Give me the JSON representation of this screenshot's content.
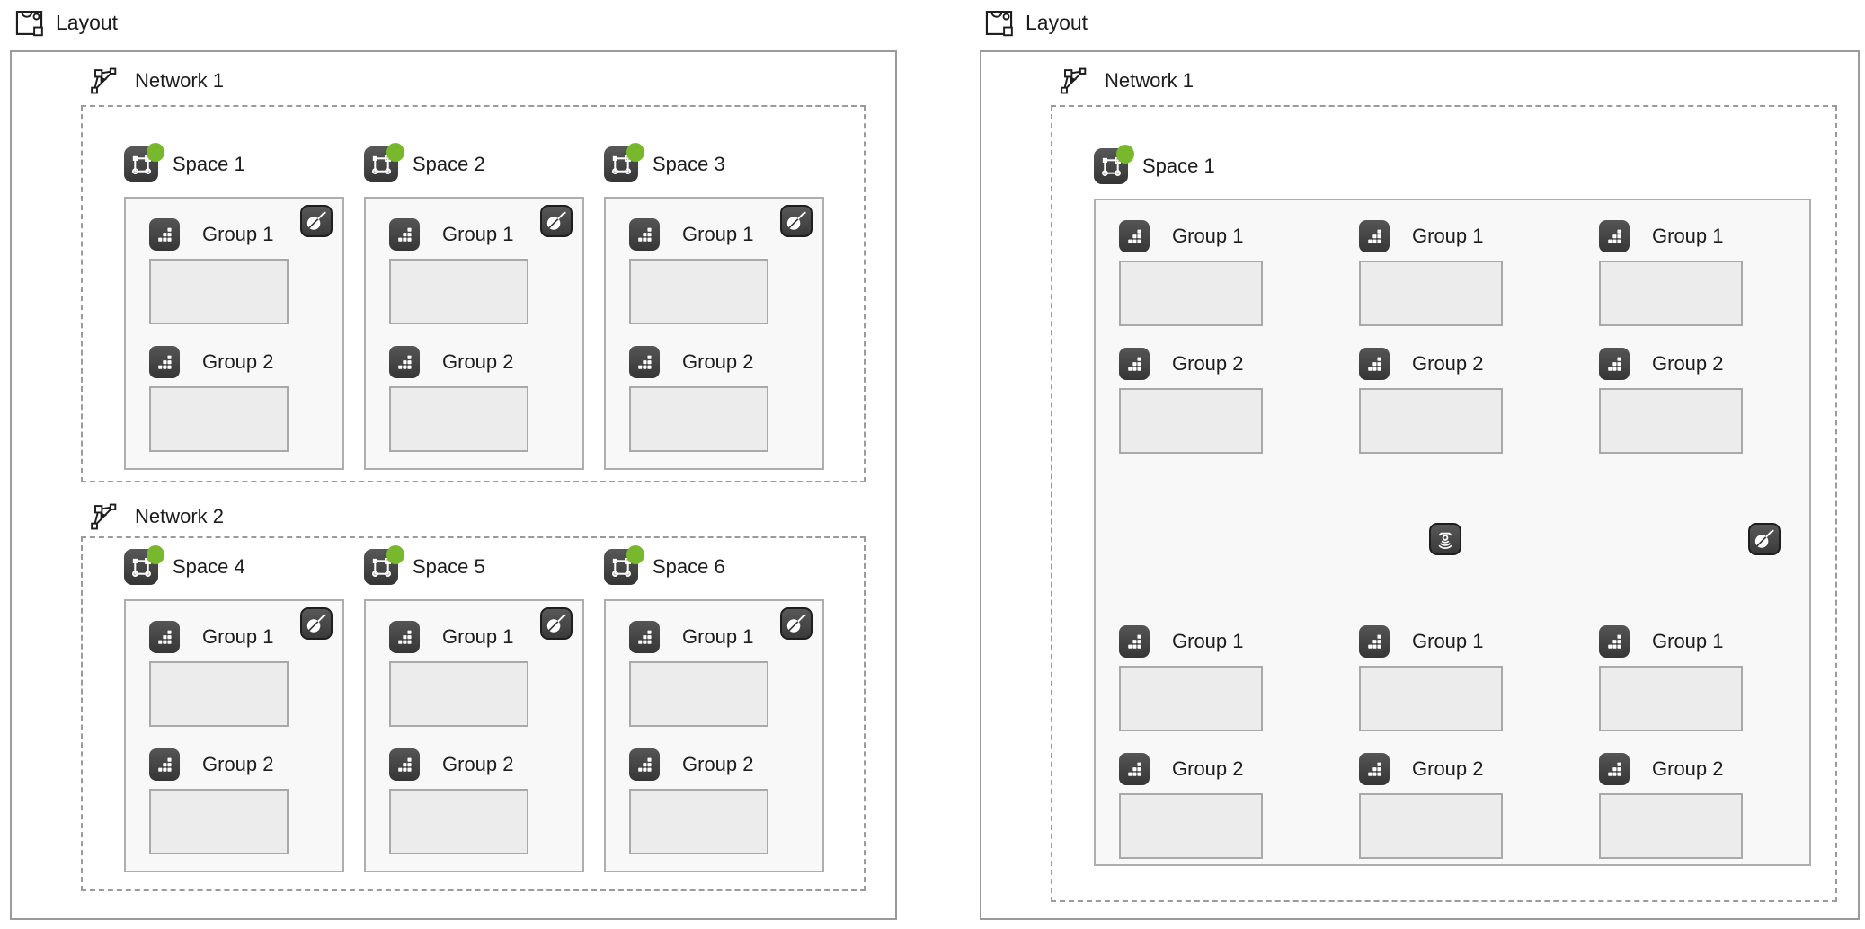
{
  "colors": {
    "accent_green": "#77b82c",
    "icon_chip_dark": "#3f3f3f",
    "box_border_gray": "#9b9b9b",
    "space_body_bg": "#f8f8f8",
    "group_rect_bg": "#ececec"
  },
  "icons": {
    "title": "layout-icon",
    "network": "network-icon",
    "space": "space-icon",
    "space_status": "status-dot",
    "group": "group-icon",
    "space_corner": "bomb-icon",
    "center_floating": "beacon-icon",
    "right_floating": "bomb-icon"
  },
  "panels": [
    {
      "title": "Layout",
      "networks": [
        {
          "label": "Network 1",
          "spaces": [
            {
              "label": "Space 1",
              "groups": [
                {
                  "label": "Group 1"
                },
                {
                  "label": "Group 2"
                }
              ]
            },
            {
              "label": "Space 2",
              "groups": [
                {
                  "label": "Group 1"
                },
                {
                  "label": "Group 2"
                }
              ]
            },
            {
              "label": "Space 3",
              "groups": [
                {
                  "label": "Group 1"
                },
                {
                  "label": "Group 2"
                }
              ]
            }
          ]
        },
        {
          "label": "Network 2",
          "spaces": [
            {
              "label": "Space 4",
              "groups": [
                {
                  "label": "Group 1"
                },
                {
                  "label": "Group 2"
                }
              ]
            },
            {
              "label": "Space 5",
              "groups": [
                {
                  "label": "Group 1"
                },
                {
                  "label": "Group 2"
                }
              ]
            },
            {
              "label": "Space 6",
              "groups": [
                {
                  "label": "Group 1"
                },
                {
                  "label": "Group 2"
                }
              ]
            }
          ]
        }
      ]
    },
    {
      "title": "Layout",
      "networks": [
        {
          "label": "Network 1",
          "spaces": [
            {
              "label": "Space 1",
              "grid": {
                "top_rows": [
                  {
                    "groups": [
                      {
                        "label": "Group 1"
                      },
                      {
                        "label": "Group 1"
                      },
                      {
                        "label": "Group 1"
                      }
                    ]
                  },
                  {
                    "groups": [
                      {
                        "label": "Group 2"
                      },
                      {
                        "label": "Group 2"
                      },
                      {
                        "label": "Group 2"
                      }
                    ]
                  }
                ],
                "floating_icons": [
                  {
                    "name": "beacon-icon"
                  },
                  {
                    "name": "bomb-icon"
                  }
                ],
                "bottom_rows": [
                  {
                    "groups": [
                      {
                        "label": "Group 1"
                      },
                      {
                        "label": "Group 1"
                      },
                      {
                        "label": "Group 1"
                      }
                    ]
                  },
                  {
                    "groups": [
                      {
                        "label": "Group 2"
                      },
                      {
                        "label": "Group 2"
                      },
                      {
                        "label": "Group 2"
                      }
                    ]
                  }
                ]
              }
            }
          ]
        }
      ]
    }
  ]
}
